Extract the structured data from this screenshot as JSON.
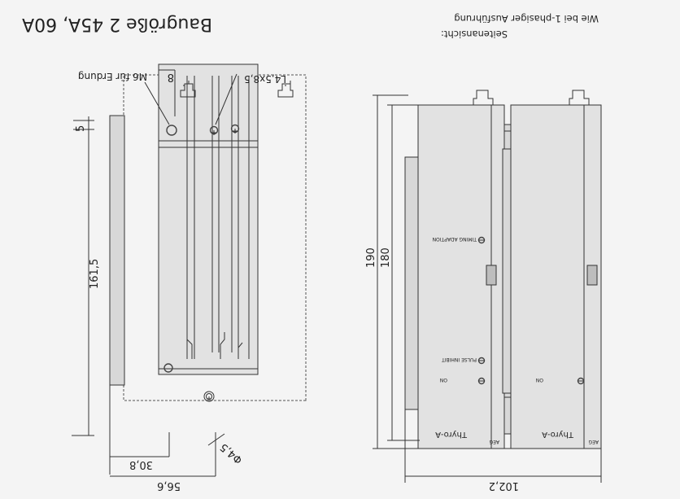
{
  "title": "Baugröße 2 45A, 60A",
  "side_note_line1": "Wie bei 1-phasiger Ausführung",
  "side_note_line2": "Seitenansicht:",
  "labels": {
    "earth_screw": "M6 für Erdung",
    "dim_8": "8",
    "slot": "L4,5x8,5",
    "dim_5": "5",
    "dim_161_5": "161,5",
    "dim_30_8": "30,8",
    "dim_56_6": "56,6",
    "phi": "Φ4,5",
    "dim_190": "190",
    "dim_180": "180",
    "dim_102_2": "102,2",
    "timing": "TIMING ADAPTION",
    "pulse": "PULSE INHIBIT",
    "on1": "ON",
    "on2": "ON",
    "thyro1": "Thyro-A",
    "thyro2": "Thyro-A",
    "aeg1": "AEG",
    "aeg2": "AEG"
  }
}
